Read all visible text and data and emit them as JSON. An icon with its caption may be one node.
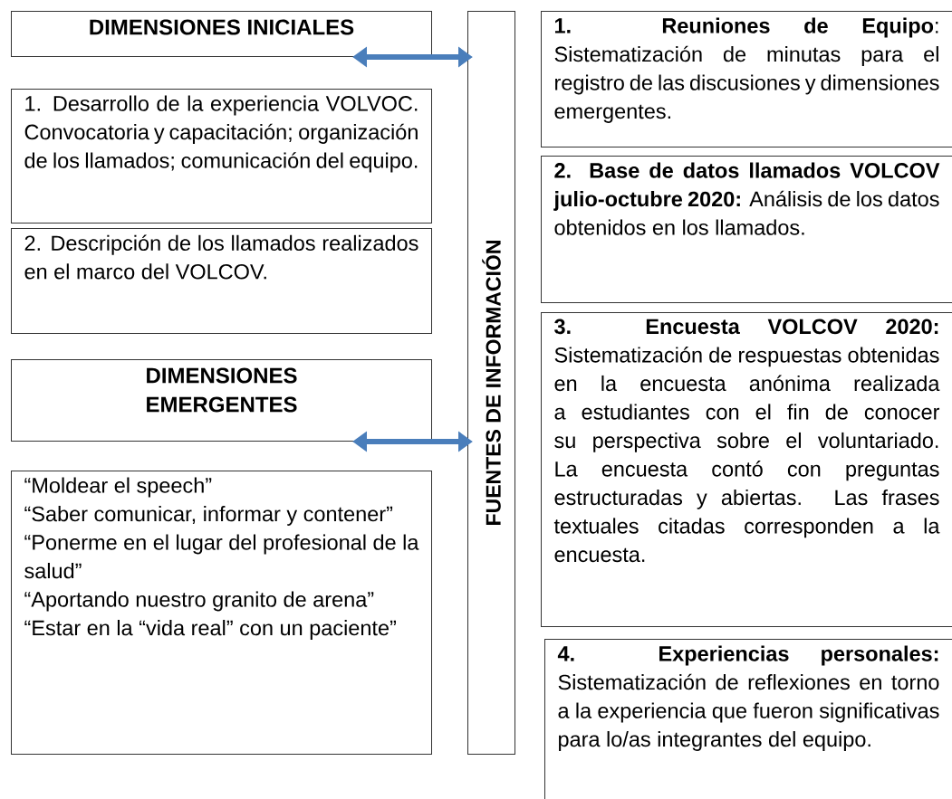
{
  "diagram": {
    "nodes": [
      {
        "text": [
          "DIMENSIONES INICIALES"
        ]
      },
      {
        "text": [
          "1. Desarrollo de la experiencia VOLVOC. Convocatoria y capacitación; organización de los llamados; comunicación del equipo."
        ]
      },
      {
        "text": [
          "2. Descripción de los llamados realizados en el marco del VOLCOV."
        ]
      },
      {
        "text": [
          "DIMENSIONES EMERGENTES"
        ]
      },
      {
        "text": [
          "“Moldear el speech”",
          "“Saber comunicar, informar y contener”",
          "“Ponerme en el lugar del profesional de la salud”",
          "“Aportando nuestro granito de arena”",
          "“Estar en la “vida real” con un paciente”"
        ]
      },
      {
        "text": [
          "FUENTES DE INFORMACIÓN"
        ]
      },
      {
        "text": [
          "**1. Reuniones de Equipo**: Sistematización de minutas para el registro de las discusiones y dimensiones emergentes."
        ]
      },
      {
        "text": [
          "**2. Base de datos llamados VOLCOV julio-octubre 2020:** Análisis de los datos obtenidos en los llamados."
        ]
      },
      {
        "text": [
          "**3. Encuesta VOLCOV 2020:** Sistematización de respuestas obtenidas en la encuesta anónima realizada a estudiantes con el fin de conocer su perspectiva sobre el voluntariado. La encuesta contó con preguntas estructuradas y abiertas. Las frases textuales citadas corresponden a la encuesta."
        ]
      },
      {
        "text": [
          "**4. Experiencias personales:** Sistematización de reflexiones en torno a la experiencia que fueron significativas para lo/as integrantes del equipo."
        ]
      }
    ],
    "edges": [
      {
        "from": 0,
        "to": 5,
        "arrow": "both"
      },
      {
        "from": 3,
        "to": 5,
        "arrow": "both"
      }
    ]
  }
}
